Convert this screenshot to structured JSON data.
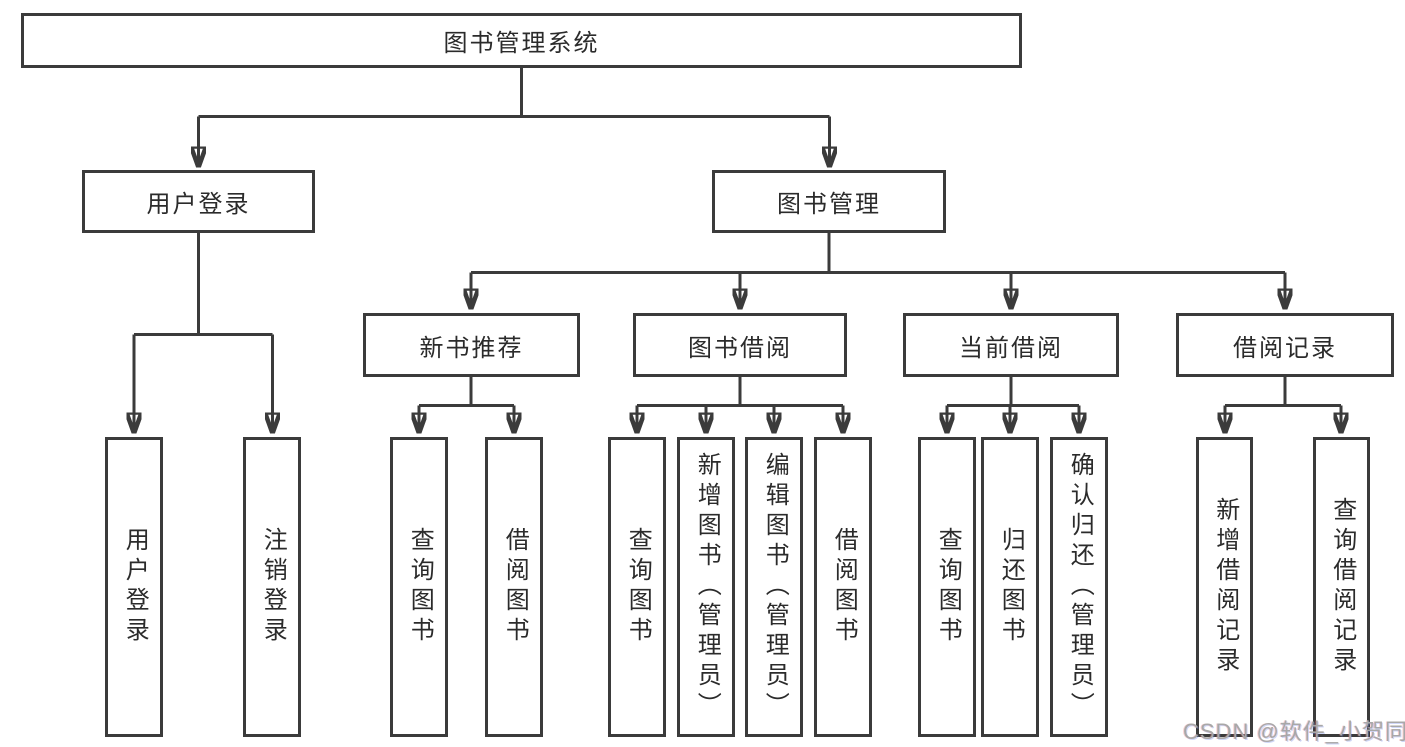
{
  "root": {
    "label": "图书管理系统"
  },
  "level2": {
    "user_login": {
      "label": "用户登录"
    },
    "book_management": {
      "label": "图书管理"
    }
  },
  "level3": {
    "new_book_recommend": {
      "label": "新书推荐"
    },
    "book_borrow": {
      "label": "图书借阅"
    },
    "current_borrow": {
      "label": "当前借阅"
    },
    "borrow_records": {
      "label": "借阅记录"
    }
  },
  "leaves": {
    "user_login": [
      "用户登录",
      "注销登录"
    ],
    "new_book_recommend": [
      "查询图书",
      "借阅图书"
    ],
    "book_borrow": [
      "查询图书",
      "新增图书（管理员）",
      "编辑图书（管理员）",
      "借阅图书"
    ],
    "current_borrow": [
      "查询图书",
      "归还图书",
      "确认归还（管理员）"
    ],
    "borrow_records": [
      "新增借阅记录",
      "查询借阅记录"
    ]
  },
  "watermark": {
    "text": "CSDN @软件_小贺同学"
  },
  "colors": {
    "line": "#3b3b3b",
    "text": "#2b2b2b",
    "watermark": "#a8a8a8",
    "background": "#ffffff"
  }
}
